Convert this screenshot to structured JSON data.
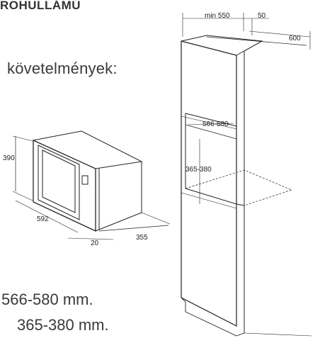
{
  "header": {
    "title": "ROHULLÁMÚ"
  },
  "requirements": {
    "label": "követelmények:"
  },
  "specs": [
    {
      "text": "566-580 mm."
    },
    {
      "text": "365-380 mm."
    }
  ],
  "microwave_drawing": {
    "dim_height": "390",
    "dim_width": "592",
    "dim_front": "20",
    "dim_depth": "355"
  },
  "cabinet_drawing": {
    "dim_min_width": "min 550",
    "dim_gap": "50",
    "dim_depth": "600",
    "dim_niche_width": "566-580",
    "dim_niche_height": "365-380"
  }
}
